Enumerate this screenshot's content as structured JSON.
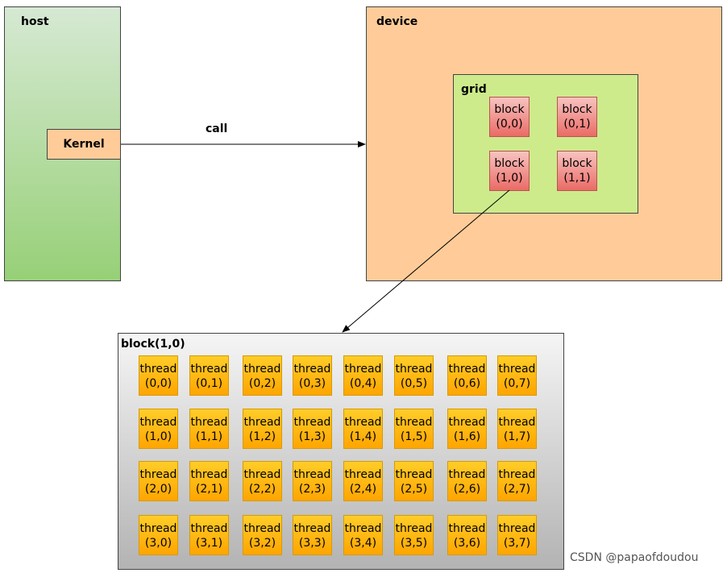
{
  "host": {
    "label": "host",
    "kernel_label": "Kernel"
  },
  "device": {
    "label": "device",
    "grid": {
      "label": "grid",
      "blocks": [
        {
          "name": "block",
          "index": "(0,0)"
        },
        {
          "name": "block",
          "index": "(0,1)"
        },
        {
          "name": "block",
          "index": "(1,0)"
        },
        {
          "name": "block",
          "index": "(1,1)"
        }
      ]
    }
  },
  "call_label": "call",
  "block_detail": {
    "label": "block(1,0)",
    "thread_name": "thread",
    "rows": [
      [
        "(0,0)",
        "(0,1)",
        "(0,2)",
        "(0,3)",
        "(0,4)",
        "(0,5)",
        "(0,6)",
        "(0,7)"
      ],
      [
        "(1,0)",
        "(1,1)",
        "(1,2)",
        "(1,3)",
        "(1,4)",
        "(1,5)",
        "(1,6)",
        "(1,7)"
      ],
      [
        "(2,0)",
        "(2,1)",
        "(2,2)",
        "(2,3)",
        "(2,4)",
        "(2,5)",
        "(2,6)",
        "(2,7)"
      ],
      [
        "(3,0)",
        "(3,1)",
        "(3,2)",
        "(3,3)",
        "(3,4)",
        "(3,5)",
        "(3,6)",
        "(3,7)"
      ]
    ]
  },
  "watermark": "CSDN @papaofdoudou",
  "colors": {
    "host_top": "#d6e9d3",
    "host_bottom": "#97d077",
    "device": "#ffcc99",
    "grid": "#cdeb8b",
    "block_top": "#f8c3c0",
    "block_bottom": "#ea6b66",
    "thread_top": "#ffcd28",
    "thread_bottom": "#ffa500",
    "detail_top": "#f5f5f5",
    "detail_bottom": "#b3b3b3"
  }
}
